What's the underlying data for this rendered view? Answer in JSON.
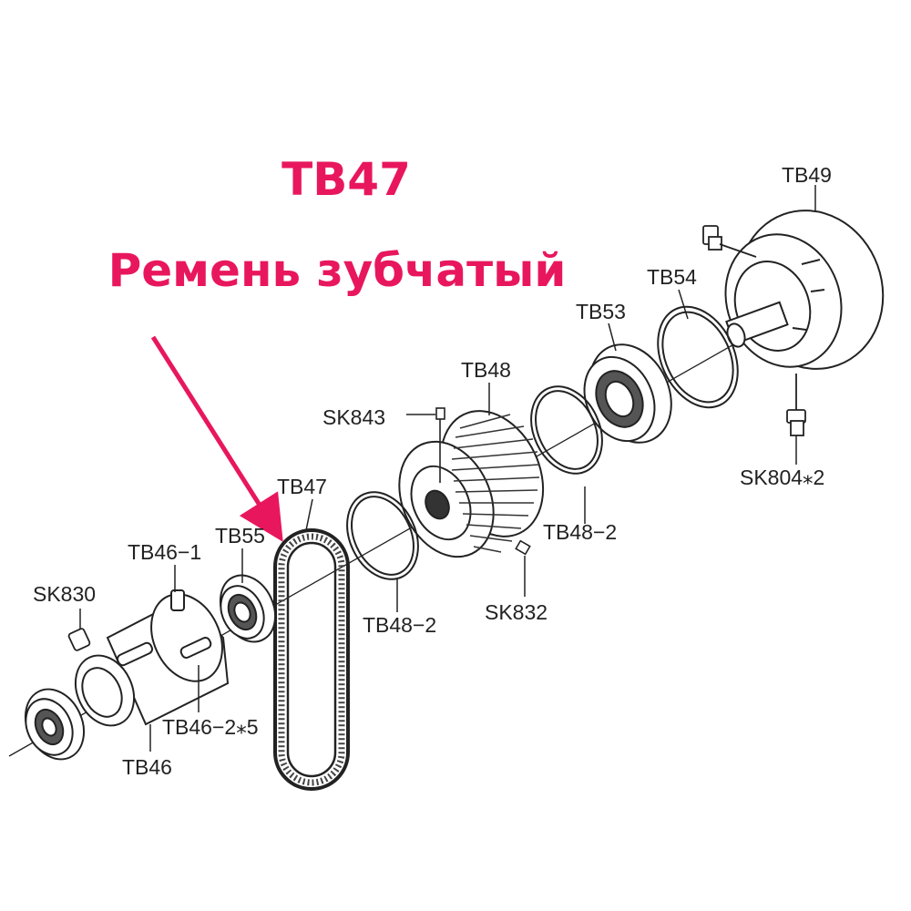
{
  "callout": {
    "part_number": "TB47",
    "description": "Ремень зубчатый",
    "accent_color": "#e8175d"
  },
  "labels": {
    "tb49": "TB49",
    "tb54": "TB54",
    "tb53": "TB53",
    "tb48": "TB48",
    "sk843": "SK843",
    "tb47": "TB47",
    "tb55": "TB55",
    "tb46_1": "TB46−1",
    "sk830": "SK830",
    "tb48_2_right": "TB48−2",
    "tb48_2_left": "TB48−2",
    "sk832": "SK832",
    "sk804": "SK804⁎2",
    "tb46_2": "TB46−2⁎5",
    "tb46": "TB46"
  },
  "line_color": "#222222"
}
